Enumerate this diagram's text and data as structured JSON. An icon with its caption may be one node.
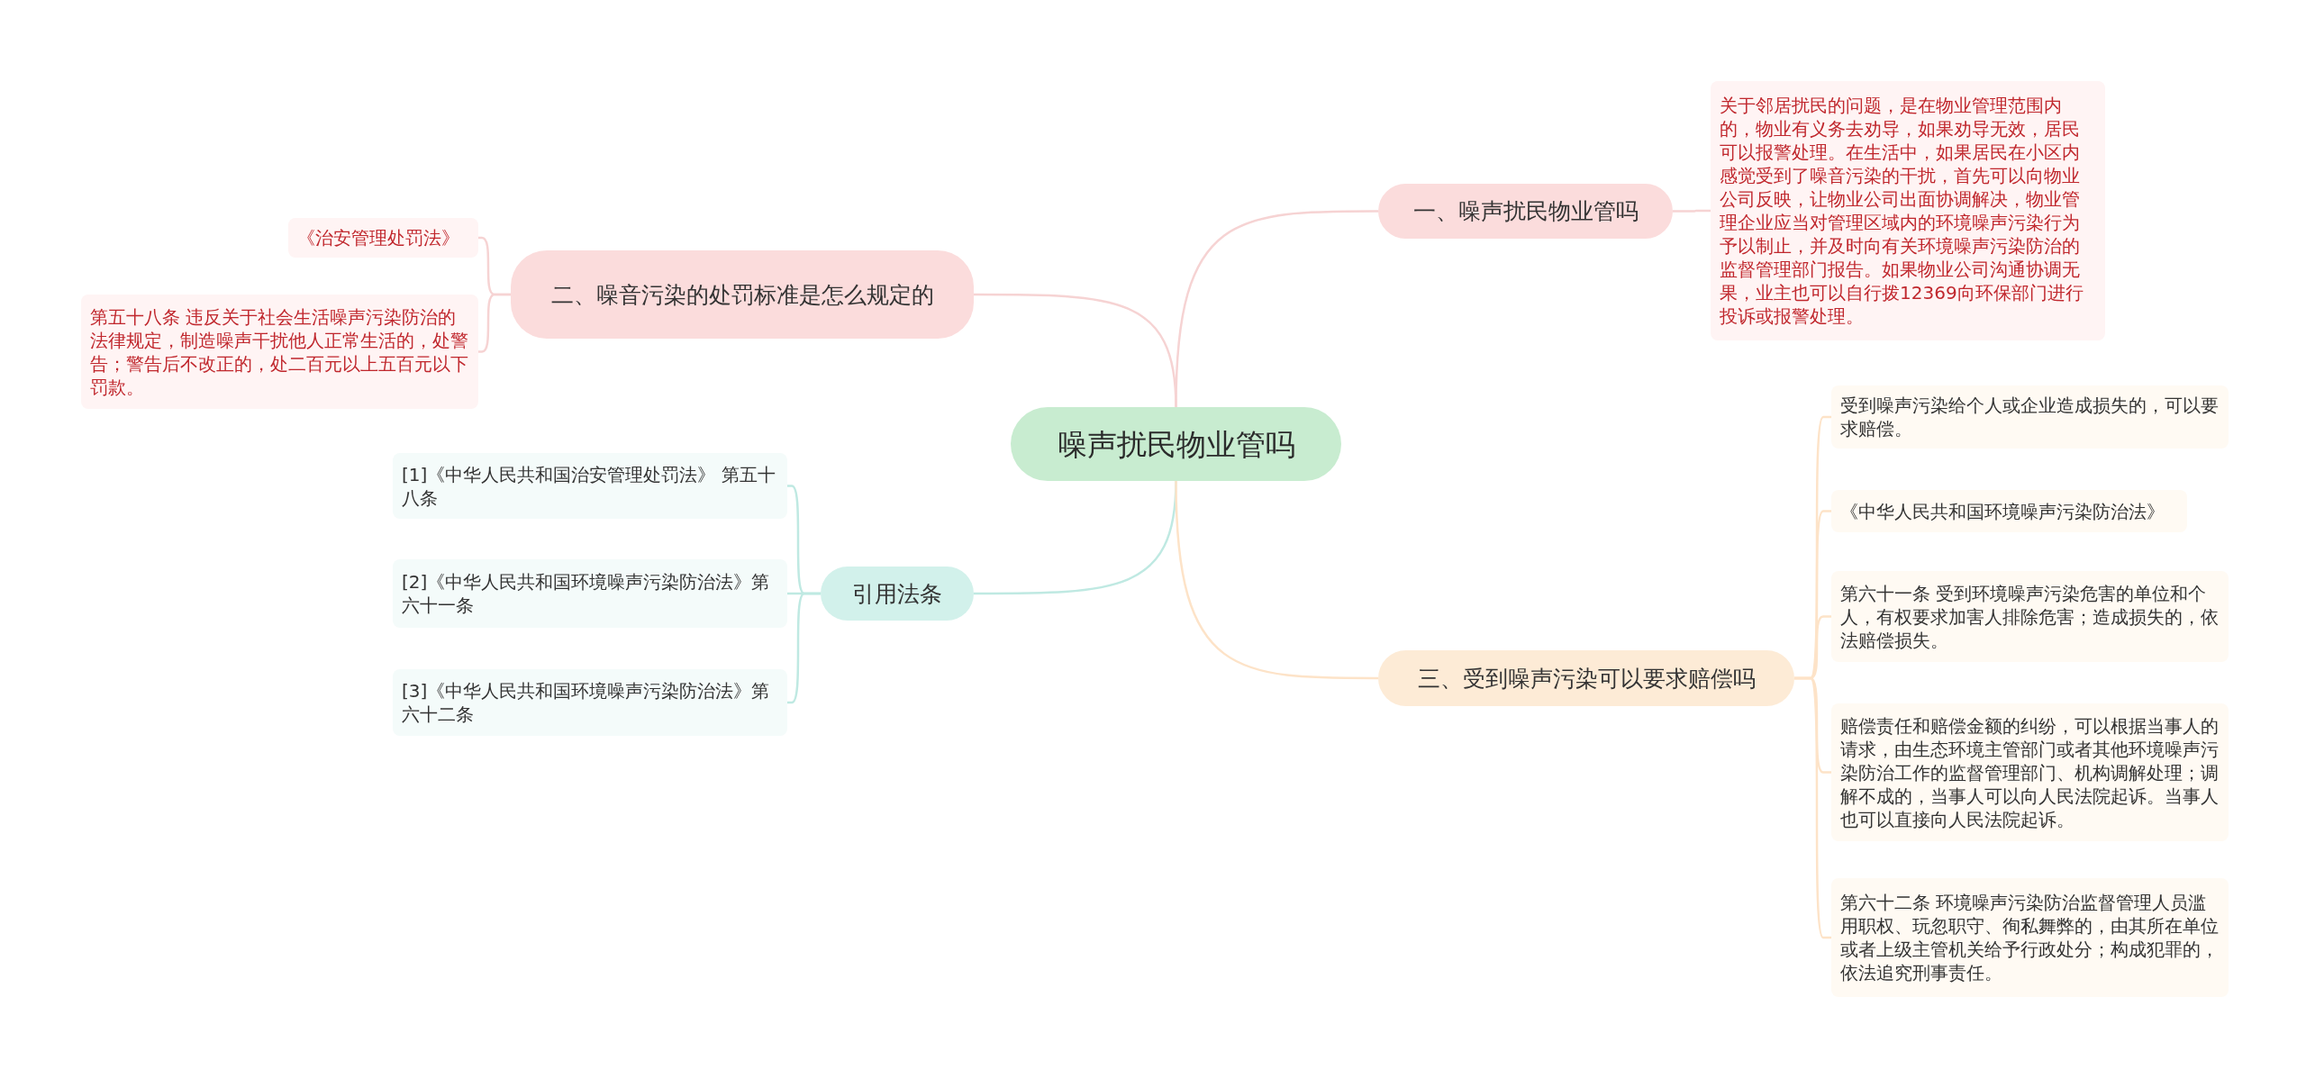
{
  "diagram": {
    "nodes": [
      {
        "text": [
          "噪声扰民物业管吗"
        ]
      },
      {
        "text": [
          "一、噪声扰民物业管吗"
        ]
      },
      {
        "text": [
          "关于邻居扰民的问题，是在物业管理范围内的，物业有义务去劝导，如果劝导无效，居民可以报警处理。在生活中，如果居民在小区内感觉受到了噪音污染的干扰，首先可以向物业公司反映，让物业公司出面协调解决，物业管理企业应当对管理区域内的环境噪声污染行为予以制止，并及时向有关环境噪声污染防治的监督管理部门报告。如果物业公司沟通协调无果，业主也可以自行拨12369向环保部门进行投诉或报警处理。"
        ]
      },
      {
        "text": [
          "二、噪音污染的处罚标准是怎么规定的"
        ]
      },
      {
        "text": [
          "《治安管理处罚法》"
        ]
      },
      {
        "text": [
          "第五十八条 违反关于社会生活噪声污染防治的法律规定，制造噪声干扰他人正常生活的，处警告；警告后不改正的，处二百元以上五百元以下罚款。"
        ]
      },
      {
        "text": [
          "引用法条"
        ]
      },
      {
        "text": [
          "[1]《中华人民共和国治安管理处罚法》 第五十八条"
        ]
      },
      {
        "text": [
          "[2]《中华人民共和国环境噪声污染防治法》第六十一条"
        ]
      },
      {
        "text": [
          "[3]《中华人民共和国环境噪声污染防治法》第六十二条"
        ]
      },
      {
        "text": [
          "三、受到噪声污染可以要求赔偿吗"
        ]
      },
      {
        "text": [
          "受到噪声污染给个人或企业造成损失的，可以要求赔偿。"
        ]
      },
      {
        "text": [
          "《中华人民共和国环境噪声污染防治法》"
        ]
      },
      {
        "text": [
          "第六十一条 受到环境噪声污染危害的单位和个人，有权要求加害人排除危害；造成损失的，依法赔偿损失。"
        ]
      },
      {
        "text": [
          "赔偿责任和赔偿金额的纠纷，可以根据当事人的请求，由生态环境主管部门或者其他环境噪声污染防治工作的监督管理部门、机构调解处理；调解不成的，当事人可以向人民法院起诉。当事人也可以直接向人民法院起诉。"
        ]
      },
      {
        "text": [
          "第六十二条 环境噪声污染防治监督管理人员滥用职权、玩忽职守、徇私舞弊的，由其所在单位或者上级主管机关给予行政处分；构成犯罪的，依法追究刑事责任。"
        ]
      }
    ],
    "edges": [
      {
        "from": 0,
        "to": 1,
        "arrow": "none",
        "color": "#f6d3d3"
      },
      {
        "from": 1,
        "to": 2,
        "arrow": "none",
        "color": "#f6d3d3"
      },
      {
        "from": 0,
        "to": 3,
        "arrow": "none",
        "color": "#f6d3d3"
      },
      {
        "from": 3,
        "to": 4,
        "arrow": "none",
        "color": "#f6d3d3"
      },
      {
        "from": 3,
        "to": 5,
        "arrow": "none",
        "color": "#f6d3d3"
      },
      {
        "from": 0,
        "to": 6,
        "arrow": "none",
        "color": "#bfe9e2"
      },
      {
        "from": 6,
        "to": 7,
        "arrow": "none",
        "color": "#bfe9e2"
      },
      {
        "from": 6,
        "to": 8,
        "arrow": "none",
        "color": "#bfe9e2"
      },
      {
        "from": 6,
        "to": 9,
        "arrow": "none",
        "color": "#bfe9e2"
      },
      {
        "from": 0,
        "to": 10,
        "arrow": "none",
        "color": "#fde3c8"
      },
      {
        "from": 10,
        "to": 11,
        "arrow": "none",
        "color": "#fde3c8"
      },
      {
        "from": 10,
        "to": 12,
        "arrow": "none",
        "color": "#fde3c8"
      },
      {
        "from": 10,
        "to": 13,
        "arrow": "none",
        "color": "#fde3c8"
      },
      {
        "from": 10,
        "to": 14,
        "arrow": "none",
        "color": "#fde3c8"
      },
      {
        "from": 10,
        "to": 15,
        "arrow": "none",
        "color": "#fde3c8"
      }
    ]
  }
}
